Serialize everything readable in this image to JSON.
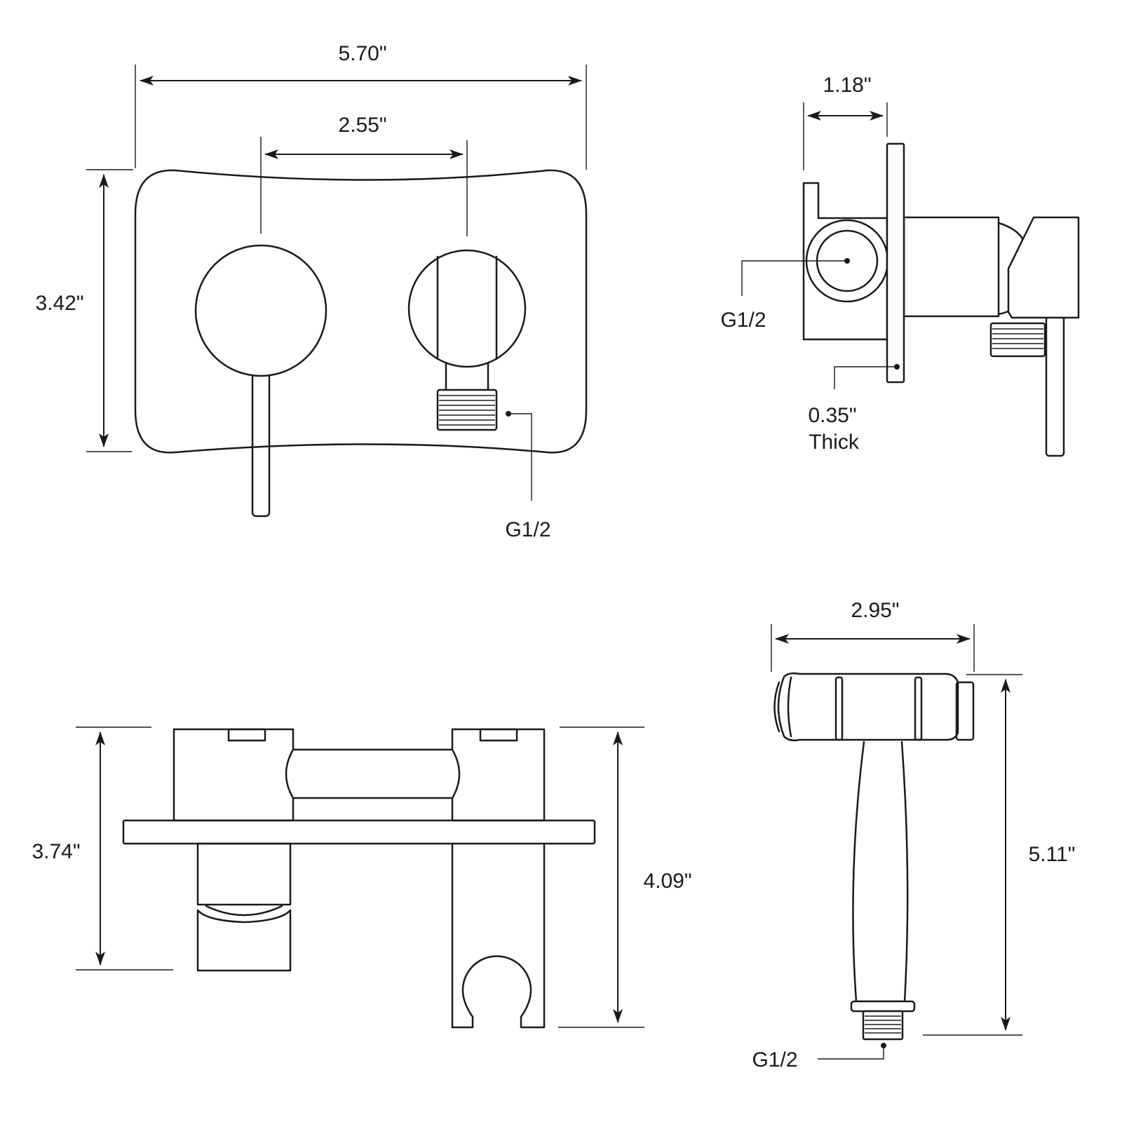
{
  "front_view": {
    "width_label": "5.70\"",
    "spacing_label": "2.55\"",
    "height_label": "3.42\"",
    "thread_label": "G1/2"
  },
  "side_view": {
    "depth_label": "1.18\"",
    "inlet_label": "G1/2",
    "thickness_label": "0.35\"",
    "thickness_label_2": "Thick"
  },
  "bottom_view": {
    "left_height_label": "3.74\"",
    "right_height_label": "4.09\""
  },
  "sprayer_view": {
    "width_label": "2.95\"",
    "height_label": "5.11\"",
    "thread_label": "G1/2"
  }
}
